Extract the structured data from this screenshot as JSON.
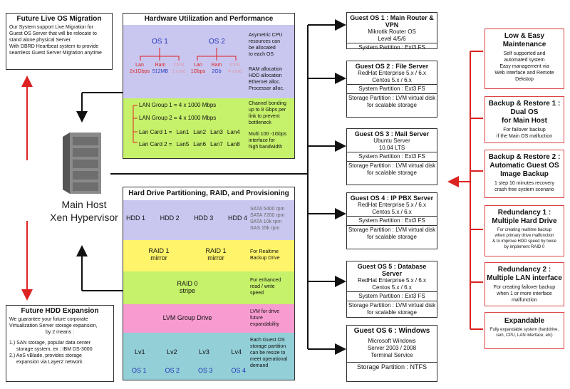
{
  "live_migration": {
    "title": "Future Live OS Migration",
    "lines": [
      "Our System support Live Migration for",
      "Guest OS Server that will be relocate to",
      "stand alone physical Server.",
      "With DBRD Heartbeat system to provide",
      "seamless Guest Server Migration anytime"
    ]
  },
  "hdd_expansion": {
    "title": "Future HDD Expansion",
    "lines": [
      "We guarantee your future corporate",
      "Virtualization Server storage expansion,",
      "by 2 means :",
      "",
      "1.) SAN storage, popular data center",
      "storage system, ex : IBM DS-3000",
      "2.) AoS vBlade, provides storage",
      "expansion via Layer2 network"
    ]
  },
  "main_host": {
    "line1": "Main Host",
    "line2": "Xen Hypervisor"
  },
  "hardware": {
    "title": "Hardware Utilization and Performance",
    "os1": "OS 1",
    "os2": "OS 2",
    "os1_items": [
      {
        "name": "Lan",
        "val": "2x1Gbps"
      },
      {
        "name": "Ram",
        "val": "512MB"
      },
      {
        "name": "CPU",
        "val": "1 core"
      }
    ],
    "os2_items": [
      {
        "name": "Lan",
        "val": "1Gbps"
      },
      {
        "name": "Ram",
        "val": "2Gb"
      },
      {
        "name": "CPU",
        "val": "4 core"
      }
    ],
    "note1": [
      "Asymetric CPU",
      "resources can",
      "be allocated",
      "to each OS"
    ],
    "note2": [
      "RAM allocation",
      "HDD allocation",
      "Ethernet alloc.",
      "Processor alloc."
    ],
    "lan_group1": "LAN Group 1 = 4 x 1000 Mbps",
    "lan_group2": "LAN Group 2 = 4 x 1000 Mbps",
    "lan_card1": {
      "label": "Lan Card 1 =",
      "ports": [
        "Lan1",
        "Lan2",
        "Lan3",
        "Lan4"
      ]
    },
    "lan_card2": {
      "label": "Lan Card 2 =",
      "ports": [
        "Lan5",
        "Lan6",
        "Lan7",
        "Lan8"
      ]
    },
    "note3": [
      "Channel bonding",
      "up to 8 Gbps per",
      "link to prevent",
      "bottleneck"
    ],
    "note4": [
      "Multi 100 -1Gbps",
      "interface for",
      "high bandwidth"
    ]
  },
  "storage": {
    "title": "Hard Drive Partitioning, RAID, and Provisioning",
    "hdds": [
      "HDD 1",
      "HDD 2",
      "HDD 3",
      "HDD 4"
    ],
    "sata": [
      "SATA 5400 rpm",
      "SATA 7200 rpm",
      "SATA 10k rpm",
      "SAS 15k rpm"
    ],
    "raid1_a": [
      "RAID 1",
      "mirror"
    ],
    "raid1_b": [
      "RAID 1",
      "mirror"
    ],
    "raid1_note": [
      "For Realtime",
      "Backup Drive"
    ],
    "raid0": [
      "RAID 0",
      "stripe"
    ],
    "raid0_note": [
      "For enhanced",
      "read / write",
      "speed"
    ],
    "lvm": "LVM Group Drive",
    "lvm_note": [
      "LVM for drive",
      "future",
      "expandability"
    ],
    "lvs": [
      "Lv1",
      "Lv2",
      "Lv3",
      "Lv4"
    ],
    "oss": [
      "OS 1",
      "OS 2",
      "OS 3",
      "OS 4"
    ],
    "lv_note": [
      "Each Guest OS",
      "storage partition",
      "can be resize to",
      "meet operational",
      "demand"
    ]
  },
  "guests": [
    {
      "title": "Guest OS 1 : Main Router & VPN",
      "body": [
        "Mikrotik Router OS",
        "Level 4/5/6"
      ],
      "rows": [
        "System Partition : Ext3 FS"
      ]
    },
    {
      "title": "Guest OS 2 : File Server",
      "body": [
        "RedHat Enterprise 5.x / 6.x",
        "Centos 5.x / 6.x"
      ],
      "rows": [
        "System Partition : Ext3 FS",
        "Storage Partition : LVM virtual disk for scalable storage"
      ]
    },
    {
      "title": "Guest OS 3 : Mail Server",
      "body": [
        "Ubuntu Server",
        "10.04 LTS"
      ],
      "rows": [
        "System Partition : Ext3 FS",
        "Storage Partition : LVM virtual disk for scalable storage"
      ]
    },
    {
      "title": "Guest OS 4 : IP PBX Server",
      "body": [
        "RedHat Enterprise 5.x / 6.x",
        "Centos 5.x / 6.x"
      ],
      "rows": [
        "System Partition : Ext3 FS",
        "Storage Partition : LVM virtual disk for scalable storage"
      ]
    },
    {
      "title": "Guest OS 5 : Database Server",
      "body": [
        "RedHat Enterprise 5.x / 6.x",
        "Centos 5.x / 6.x"
      ],
      "rows": [
        "System Partition : Ext3 FS",
        "Storage Partition : LVM virtual disk for scalable storage"
      ]
    },
    {
      "title": "Guest OS 6 : Windows",
      "body": [
        "Microsoft Windows",
        "Server 2003 / 2008",
        "Terminal Service"
      ],
      "rows": [
        "Storage Partition : NTFS"
      ]
    }
  ],
  "features": [
    {
      "title": [
        "Low & Easy",
        "Maintenance"
      ],
      "desc": [
        "Self supported and",
        "automated system",
        "Easy management via",
        "Web interface and Remote",
        "Dekstop"
      ]
    },
    {
      "title": [
        "Backup & Restore 1 :",
        "Dual OS",
        "for Main Host"
      ],
      "desc": [
        "For failover backup",
        "if the Main OS malfuction"
      ]
    },
    {
      "title": [
        "Backup & Restore 2 :",
        "Automatic Guest OS",
        "Image Backup"
      ],
      "desc": [
        "1 step 10 minutes recovery",
        "crash free system scenario"
      ]
    },
    {
      "title": [
        "Redundancy 1 :",
        "Multiple Hard Drive"
      ],
      "desc": [
        "For creating realtime backup",
        "when primary drive malfunction",
        "& to improve HDD speed by twice",
        "by implement RAID 0"
      ]
    },
    {
      "title": [
        "Redundancy 2 :",
        "Multiple LAN interface"
      ],
      "desc": [
        "For creating failover backup",
        "when 1 or more interface",
        "malfunction"
      ]
    },
    {
      "title": [
        "Expandable"
      ],
      "desc": [
        "Fully expandable system (harddrive,",
        "ram, CPU, LAN interface, etc)"
      ]
    }
  ]
}
